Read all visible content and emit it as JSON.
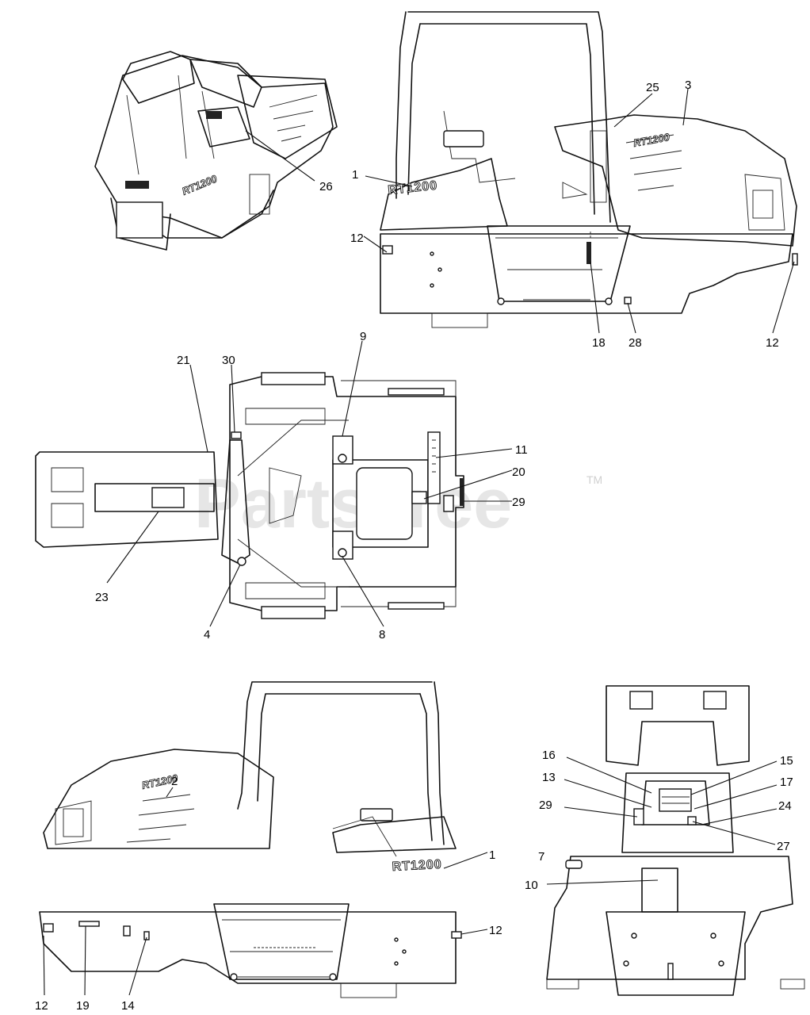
{
  "watermark": {
    "text": "PartsTree",
    "trademark": "TM"
  },
  "model_decal": "RT1200",
  "brand_decal": "RT1200",
  "callouts": [
    {
      "id": "c26",
      "label": "26"
    },
    {
      "id": "c25",
      "label": "25"
    },
    {
      "id": "c3",
      "label": "3"
    },
    {
      "id": "c1a",
      "label": "1"
    },
    {
      "id": "c12a",
      "label": "12"
    },
    {
      "id": "c18",
      "label": "18"
    },
    {
      "id": "c28",
      "label": "28"
    },
    {
      "id": "c12b",
      "label": "12"
    },
    {
      "id": "c21",
      "label": "21"
    },
    {
      "id": "c30",
      "label": "30"
    },
    {
      "id": "c9",
      "label": "9"
    },
    {
      "id": "c11",
      "label": "11"
    },
    {
      "id": "c20",
      "label": "20"
    },
    {
      "id": "c29a",
      "label": "29"
    },
    {
      "id": "c23",
      "label": "23"
    },
    {
      "id": "c4",
      "label": "4"
    },
    {
      "id": "c8",
      "label": "8"
    },
    {
      "id": "c2",
      "label": "2"
    },
    {
      "id": "c1b",
      "label": "1"
    },
    {
      "id": "c12c",
      "label": "12"
    },
    {
      "id": "c12d",
      "label": "12"
    },
    {
      "id": "c19",
      "label": "19"
    },
    {
      "id": "c14",
      "label": "14"
    },
    {
      "id": "c16",
      "label": "16"
    },
    {
      "id": "c15",
      "label": "15"
    },
    {
      "id": "c13",
      "label": "13"
    },
    {
      "id": "c17",
      "label": "17"
    },
    {
      "id": "c29b",
      "label": "29"
    },
    {
      "id": "c24",
      "label": "24"
    },
    {
      "id": "c27",
      "label": "27"
    },
    {
      "id": "c7",
      "label": "7"
    },
    {
      "id": "c10",
      "label": "10"
    }
  ]
}
